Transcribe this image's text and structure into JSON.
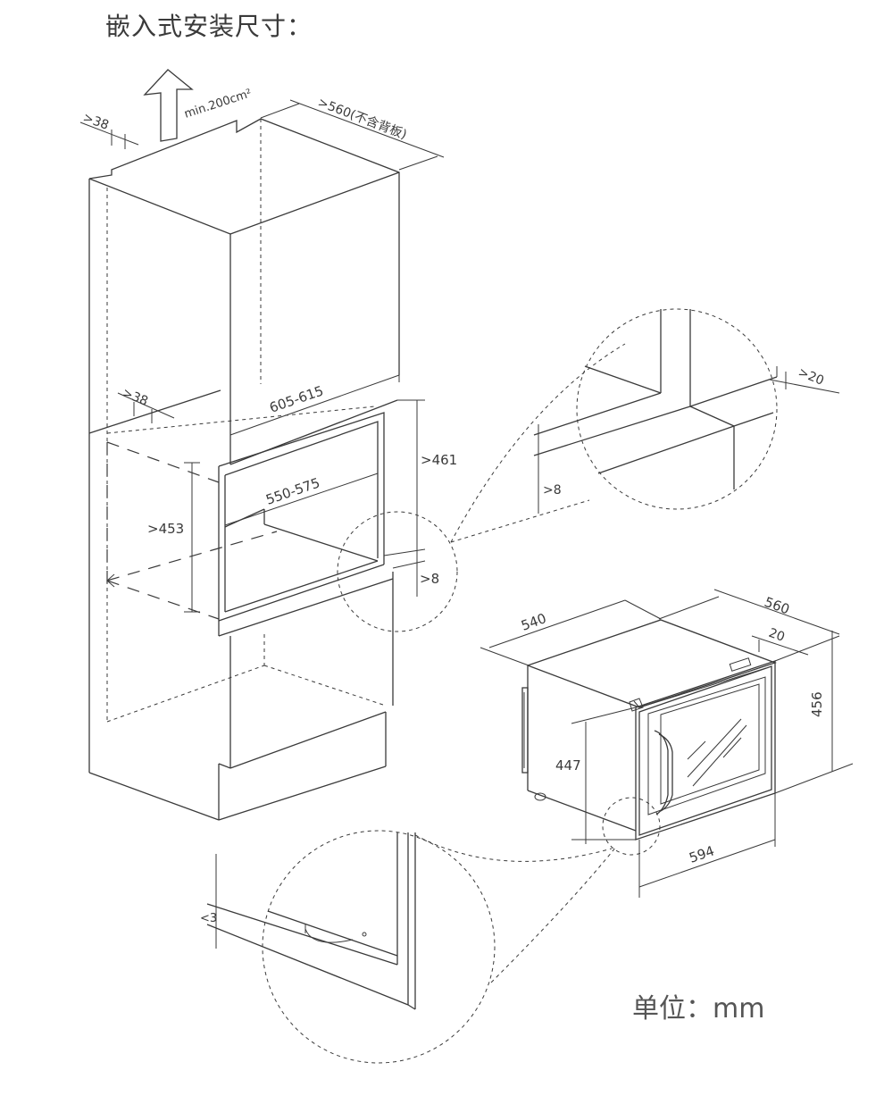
{
  "title": "嵌入式安装尺寸：",
  "unit": "单位：mm",
  "cabinet": {
    "vent_area": "min.200cm²",
    "top_gap": ">38",
    "depth": ">560(不含背板)",
    "side_gap": ">38",
    "inner_width": "605-615",
    "opening_width": "550-575",
    "opening_height": ">453",
    "niche_height": ">461",
    "bottom_gap": ">8"
  },
  "detail_top": {
    "rear_gap": ">20",
    "floor_gap": ">8"
  },
  "appliance": {
    "width_side": "540",
    "depth": "560",
    "frame_offset": "20",
    "height": "456",
    "body_height": "447",
    "front_width": "594"
  },
  "detail_bottom": {
    "gap": "<3"
  }
}
